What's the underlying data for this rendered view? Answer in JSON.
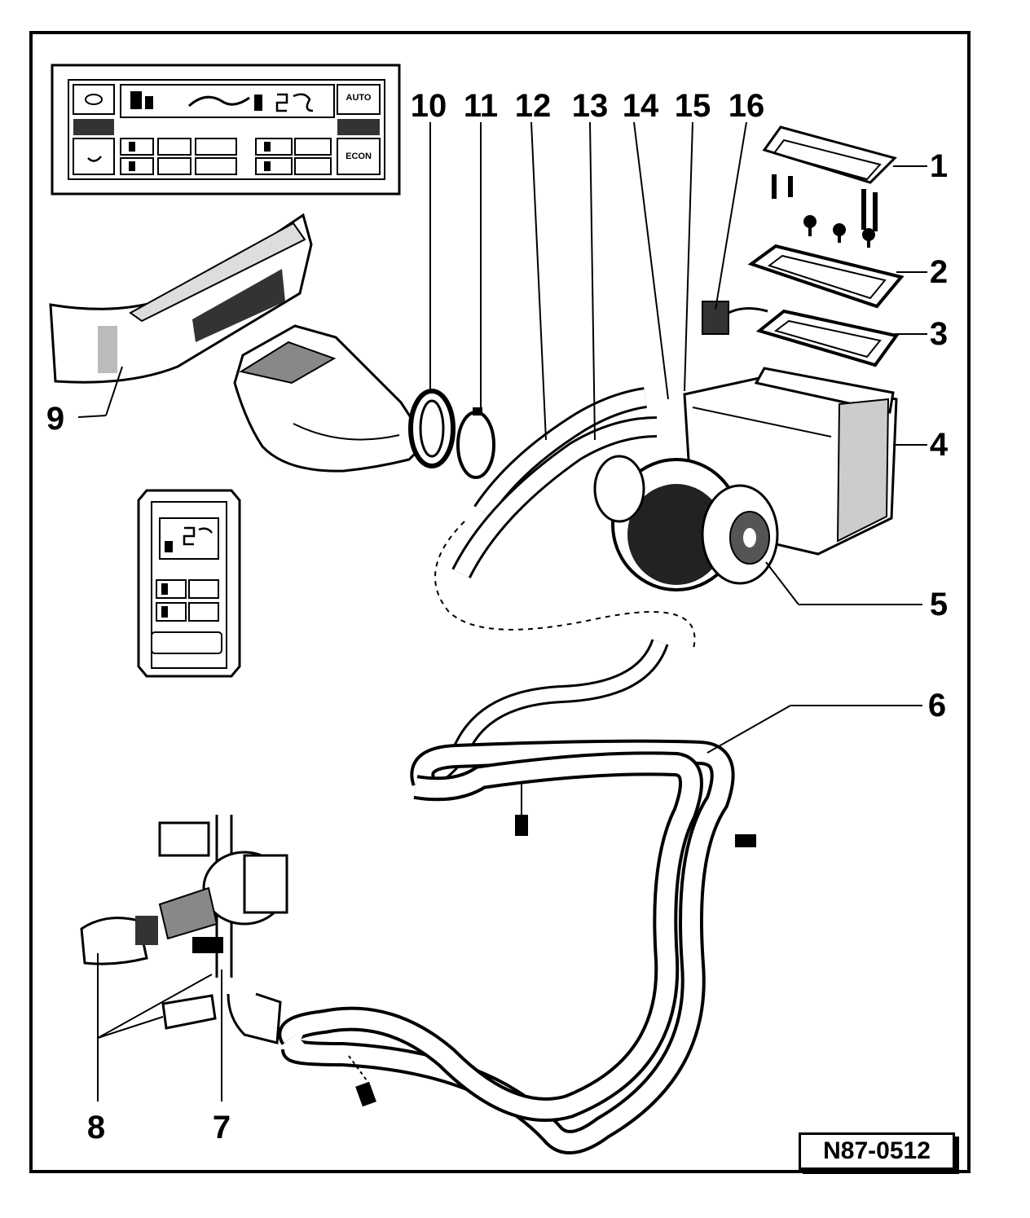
{
  "diagram": {
    "figure_id": "N87-0512",
    "callouts": [
      "1",
      "2",
      "3",
      "4",
      "5",
      "6",
      "7",
      "8",
      "9",
      "10",
      "11",
      "12",
      "13",
      "14",
      "15",
      "16"
    ],
    "control_panel": {
      "auto_label": "AUTO",
      "econ_label": "ECON"
    }
  }
}
